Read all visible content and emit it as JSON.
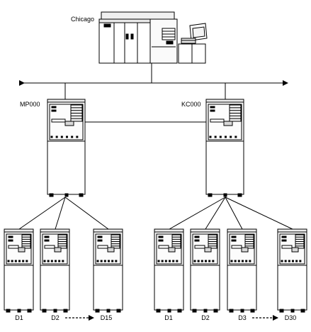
{
  "host": {
    "label": "Chicago"
  },
  "controllers": [
    {
      "label": "MP000"
    },
    {
      "label": "KC000"
    }
  ],
  "devices": {
    "left": [
      {
        "label": "D1"
      },
      {
        "label": "D2"
      },
      {
        "label": "D15"
      }
    ],
    "right": [
      {
        "label": "D1"
      },
      {
        "label": "D2"
      },
      {
        "label": "D3"
      },
      {
        "label": "D30"
      }
    ]
  }
}
